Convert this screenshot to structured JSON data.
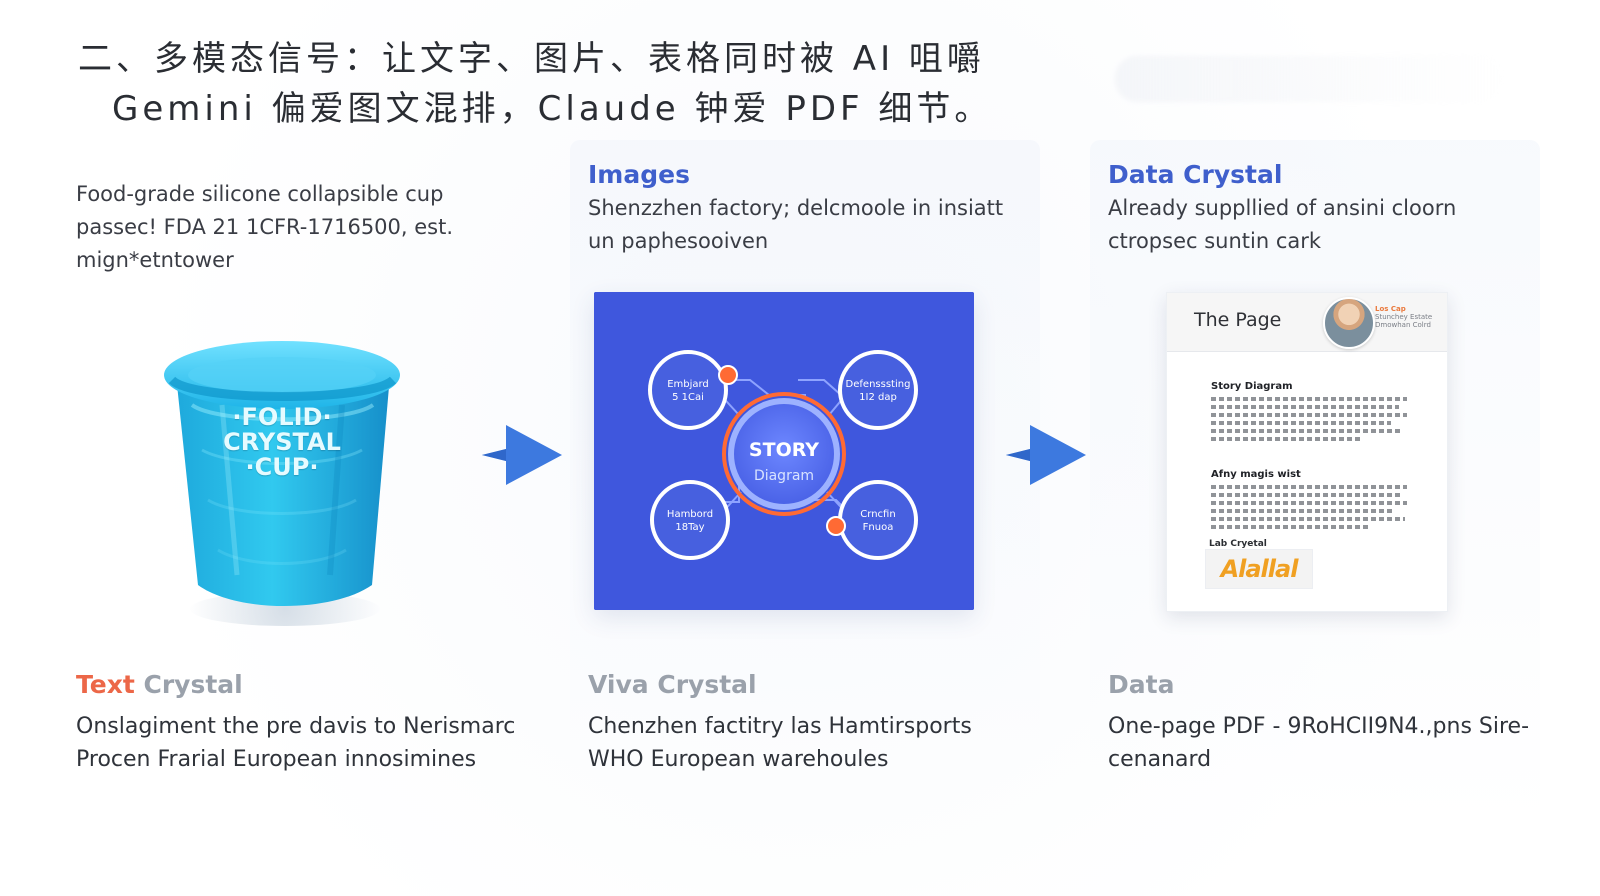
{
  "heading": {
    "line1": "二、多模态信号：让文字、图片、表格同时被 AI 咀嚼",
    "line2": "Gemini 偏爱图文混排，Claude 钟爱 PDF 细节。"
  },
  "columns": [
    {
      "top_desc": "Food-grade silicone collapsible cup passec! FDA 21 1CFR-1716500, est. mign*etntower",
      "cup_text": "·FOLID·\nCRYSTAL\n·CUP·",
      "bottom_title_accent": "Text",
      "bottom_title_rest": " Crystal",
      "bottom_desc": "Onslagiment the pre davis to Nerismarc Procen Frarial European innosimines"
    },
    {
      "top_title": "Images",
      "top_desc": "Shenzzhen factory; delcmoole in insiatt un paphesooiven",
      "diagram": {
        "center_title": "STORY",
        "center_subtitle": "Diagram",
        "nodes": [
          {
            "line1": "Embjard",
            "line2": "5 1Cai"
          },
          {
            "line1": "Defensssting",
            "line2": "1I2 dap"
          },
          {
            "line1": "Hambord",
            "line2": "18Tay"
          },
          {
            "line1": "Crncfin",
            "line2": "Fnuoa"
          }
        ]
      },
      "bottom_title": "Viva Crystal",
      "bottom_desc": "Chenzhen factitry las Hamtirsports WHO European warehoules"
    },
    {
      "top_title": "Data Crystal",
      "top_desc": "Already suppllied of ansini cloorn ctropsec suntin cark",
      "pdf": {
        "page_title": "The Page",
        "header_small_1": "Los Cap",
        "header_small_2": "Stunchey Estate",
        "header_small_3": "Dmowhan Colrd",
        "section_1": "Story Diagram",
        "section_2": "Afny magis wist",
        "label": "Lab Cryetal",
        "logo_text": "Alallal"
      },
      "bottom_title": "Data",
      "bottom_desc": "One-page PDF - 9RoHCII9N4.,pns Sire-cenanard"
    }
  ],
  "icons": {
    "arrow_1": "arrow-right-icon",
    "arrow_2": "arrow-right-icon"
  },
  "colors": {
    "accent_blue": "#3f5fcc",
    "accent_orange": "#ec6748",
    "diagram_blue": "#3f57dd",
    "cup_cyan": "#29bfe8"
  }
}
